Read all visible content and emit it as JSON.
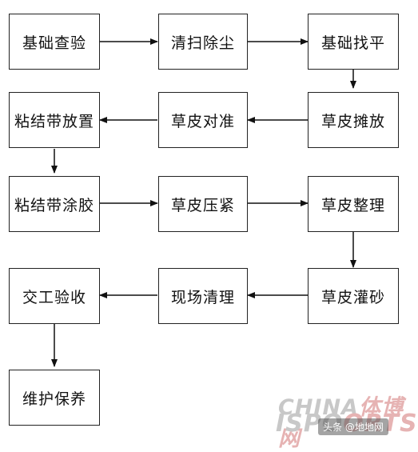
{
  "steps": {
    "foundation_inspection": "基础查验",
    "cleaning": "清扫除尘",
    "foundation_leveling": "基础找平",
    "turf_spreading": "草皮摊放",
    "turf_alignment": "草皮对准",
    "tape_placement": "粘结带放置",
    "tape_gluing": "粘结带涂胶",
    "turf_pressing": "草皮压紧",
    "turf_grooming": "草皮整理",
    "turf_sand_filling": "草皮灌砂",
    "site_cleanup": "现场清理",
    "handover_acceptance": "交工验收",
    "maintenance": "维护保养"
  },
  "watermark": {
    "line1_gray": "CHINA",
    "line1_red": "体博网",
    "line2_gray": "ISPO",
    "line2_red": "ORTS",
    "credit": "头条 @地地网"
  }
}
